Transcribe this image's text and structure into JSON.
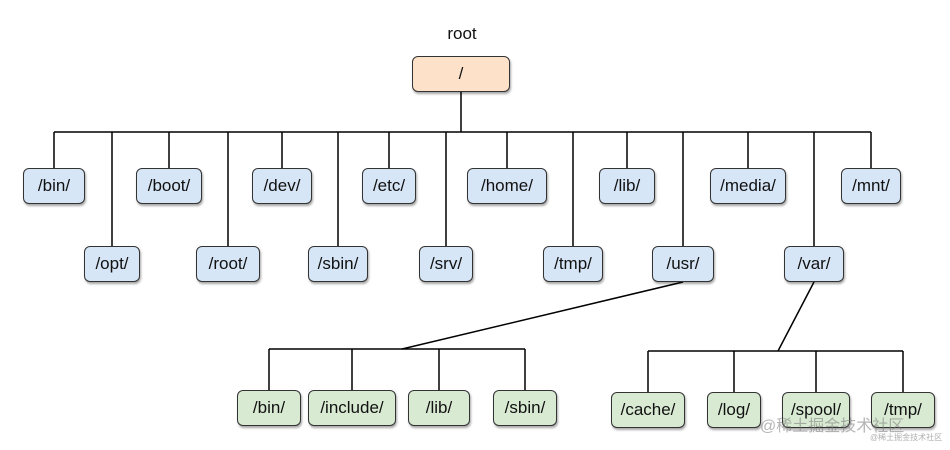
{
  "diagram": {
    "title": "root",
    "root": "/",
    "level1": [
      "/bin/",
      "/opt/",
      "/boot/",
      "/root/",
      "/dev/",
      "/sbin/",
      "/etc/",
      "/srv/",
      "/home/",
      "/tmp/",
      "/lib/",
      "/usr/",
      "/media/",
      "/var/",
      "/mnt/"
    ],
    "usr_children": [
      "/bin/",
      "/include/",
      "/lib/",
      "/sbin/"
    ],
    "var_children": [
      "/cache/",
      "/log/",
      "/spool/",
      "/tmp/"
    ]
  },
  "colors": {
    "root_fill": "#fde2c9",
    "level1_fill": "#d6e6f6",
    "level2_fill": "#d9ead3",
    "line": "#000000"
  },
  "watermark": {
    "text": "@稀土掘金技术社区",
    "sub": "@稀土掘金技术社区"
  }
}
